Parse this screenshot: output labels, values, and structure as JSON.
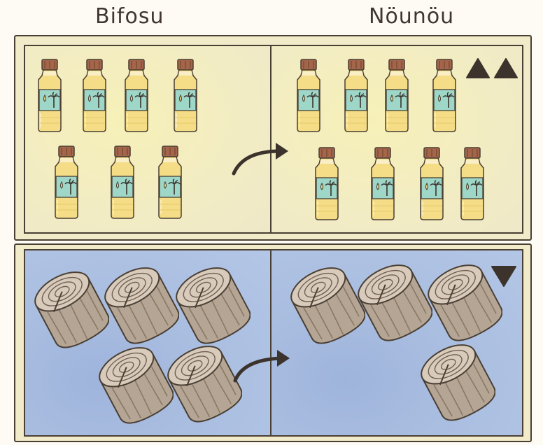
{
  "columns": {
    "before_label": "Bifosu",
    "after_label": "Nöunöu"
  },
  "rows": [
    {
      "item_icon": "oil-bottle-icon",
      "before_count": 7,
      "after_count": 8,
      "trend_icon": "triangle-up-icon",
      "trend_marks": 2
    },
    {
      "item_icon": "log-icon",
      "before_count": 5,
      "after_count": 4,
      "trend_icon": "triangle-down-icon",
      "trend_marks": 1
    }
  ],
  "colors": {
    "oil_panel": "#f3edc3",
    "wood_panel": "#a9bde0",
    "outline": "#4a3f34",
    "marker": "#3b332c"
  }
}
